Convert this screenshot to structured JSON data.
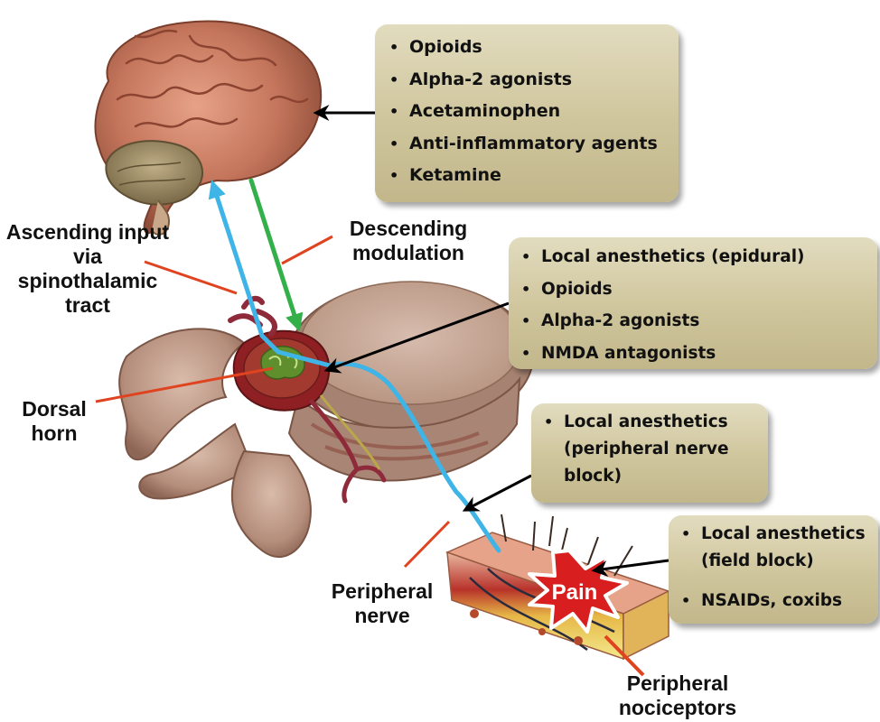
{
  "boxes": {
    "brain": [
      "Opioids",
      "Alpha-2 agonists",
      "Acetaminophen",
      "Anti-inflammatory agents",
      "Ketamine"
    ],
    "spinal": [
      "Local anesthetics (epidural)",
      "Opioids",
      "Alpha-2 agonists",
      "NMDA antagonists"
    ],
    "peripheral_nerve_block": [
      "Local anesthetics (peripheral nerve block)"
    ],
    "field_block": [
      "Local anesthetics (field block)",
      "NSAIDs, coxibs"
    ]
  },
  "labels": {
    "ascending": "Ascending input via spinothalamic tract",
    "descending": "Descending modulation",
    "dorsal_horn": "Dorsal horn",
    "peripheral_nerve": "Peripheral nerve",
    "peripheral_nociceptors": "Peripheral nociceptors",
    "pain": "Pain"
  },
  "colors": {
    "ascending_path": "#3fb4e6",
    "descending_path": "#34b04a",
    "pointer_arrows": "#000000",
    "label_lines": "#e0431f",
    "box_fill": "#d4caa2",
    "pain_burst": "#d81e1e"
  }
}
